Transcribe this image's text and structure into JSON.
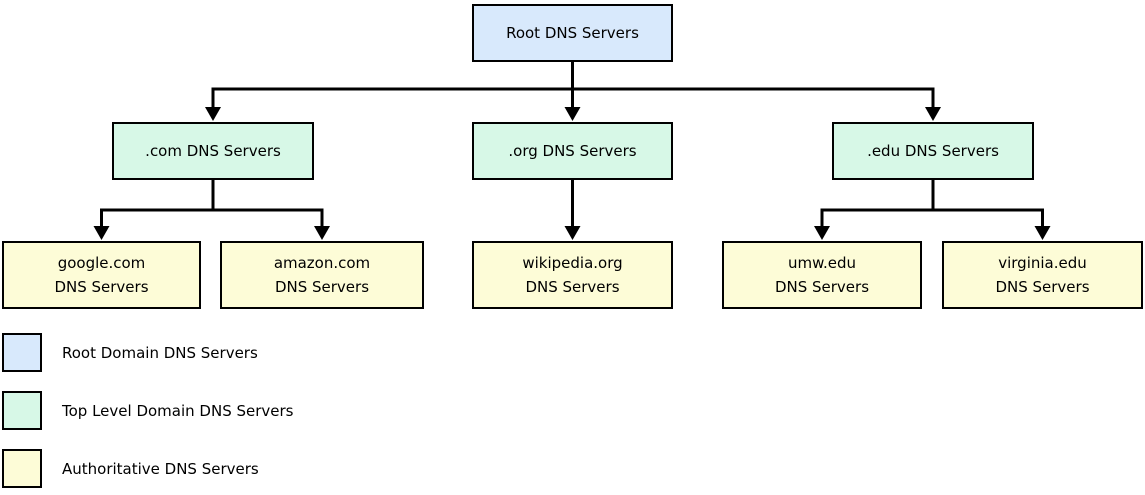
{
  "colors": {
    "root-fill": "#d8e9fc",
    "tld-fill": "#d7f8e7",
    "auth-fill": "#fdfcd7",
    "line": "#000000",
    "text": "#000000"
  },
  "nodes": {
    "root": {
      "label": "Root DNS Servers"
    },
    "com": {
      "label": ".com DNS Servers"
    },
    "org": {
      "label": ".org DNS Servers"
    },
    "edu": {
      "label": ".edu DNS Servers"
    },
    "google": {
      "line1": "google.com",
      "line2": "DNS Servers"
    },
    "amazon": {
      "line1": "amazon.com",
      "line2": "DNS Servers"
    },
    "wikipedia": {
      "line1": "wikipedia.org",
      "line2": "DNS Servers"
    },
    "umw": {
      "line1": "umw.edu",
      "line2": "DNS Servers"
    },
    "virginia": {
      "line1": "virginia.edu",
      "line2": "DNS Servers"
    }
  },
  "legend": {
    "items": [
      {
        "label": "Root Domain DNS Servers",
        "color": "#d8e9fc"
      },
      {
        "label": "Top Level Domain DNS Servers",
        "color": "#d7f8e7"
      },
      {
        "label": "Authoritative DNS Servers",
        "color": "#fdfcd7"
      }
    ]
  }
}
